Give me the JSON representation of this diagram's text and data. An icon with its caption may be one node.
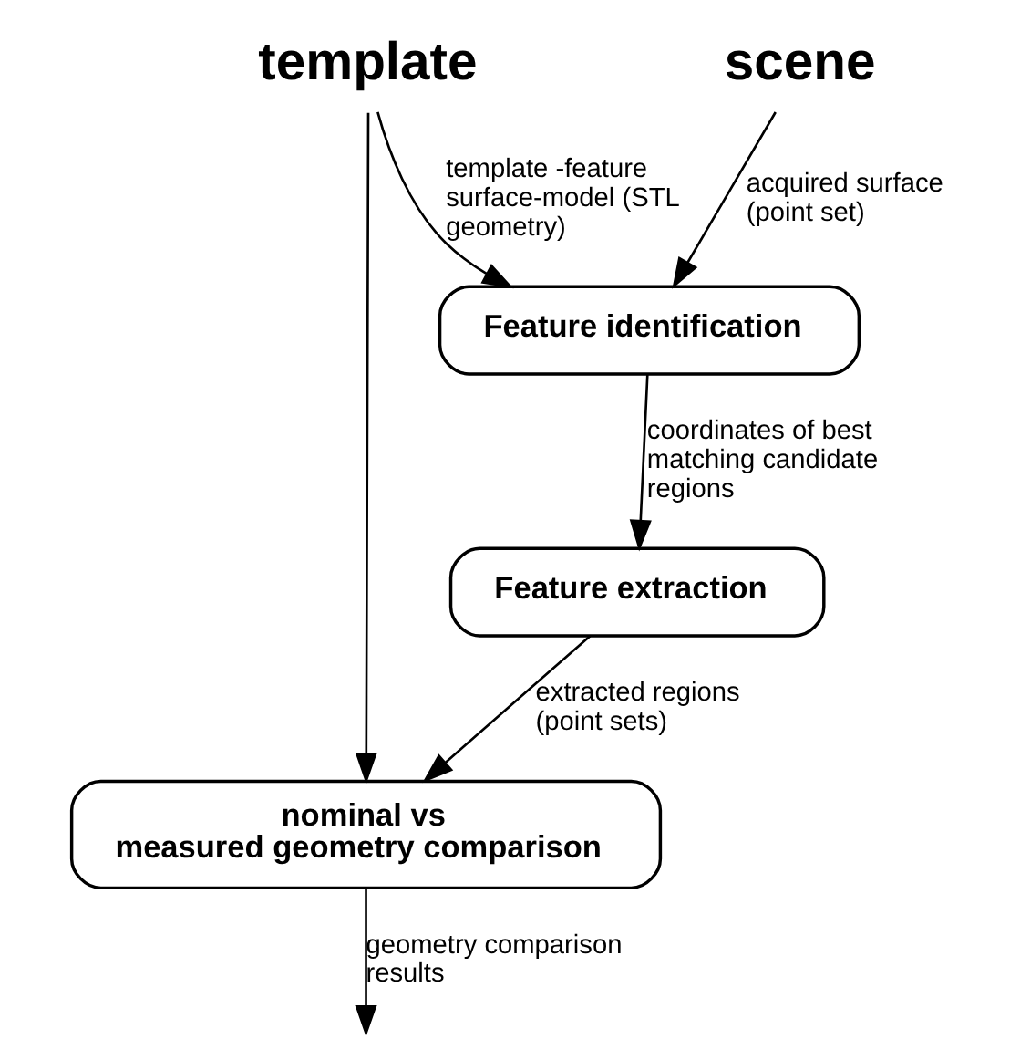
{
  "diagram": {
    "nodes": [
      {
        "text": [
          "template"
        ]
      },
      {
        "text": [
          "scene"
        ]
      },
      {
        "text": [
          "Feature identification"
        ]
      },
      {
        "text": [
          "Feature extraction"
        ]
      },
      {
        "text": [
          "nominal vs measured geometry comparison"
        ]
      }
    ],
    "edges": [
      {
        "from": 0,
        "to": 2,
        "arrow": "to",
        "label": "template -feature surface-model (STL geometry)"
      },
      {
        "from": 0,
        "to": 4,
        "arrow": "to"
      },
      {
        "from": 1,
        "to": 2,
        "arrow": "to",
        "label": "acquired surface (point set)"
      },
      {
        "from": 2,
        "to": 3,
        "arrow": "to",
        "label": "coordinates of best matching candidate regions"
      },
      {
        "from": 3,
        "to": 4,
        "arrow": "to",
        "label": "extracted regions (point sets)"
      },
      {
        "from": 4,
        "to": null,
        "arrow": "to",
        "label": "geometry comparison results"
      }
    ]
  }
}
